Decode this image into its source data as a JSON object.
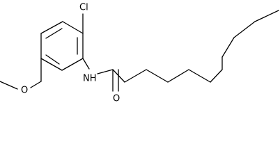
{
  "structure": {
    "atom_labels": {
      "chlorine": "Cl",
      "amide_nitrogen": "NH",
      "carbonyl_oxygen": "O",
      "ether_oxygen": "O"
    }
  },
  "colors": {
    "bond": "#000000",
    "background": "#ffffff"
  }
}
